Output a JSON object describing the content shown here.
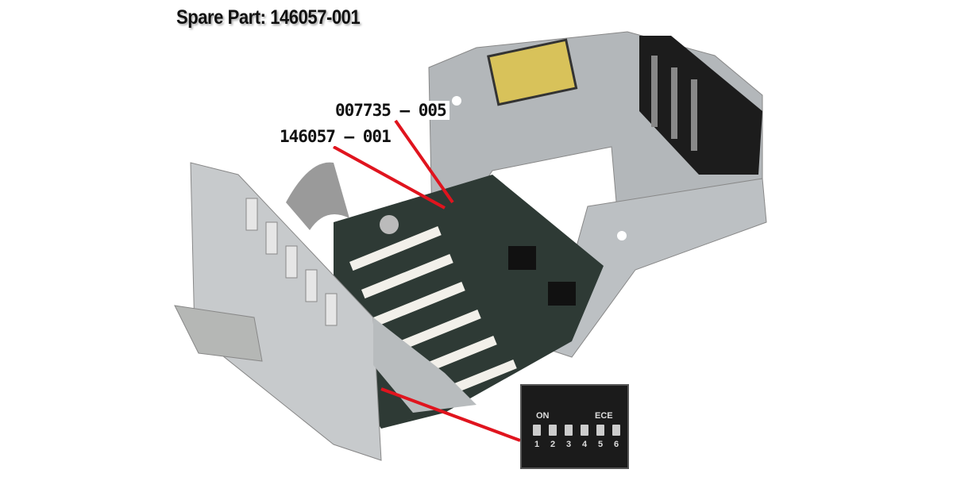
{
  "title": "Spare Part: 146057-001",
  "callouts": [
    {
      "label": "007735 – 005"
    },
    {
      "label": "146057 – 001"
    }
  ],
  "inset": {
    "on_label": "ON",
    "ece_label": "ECE",
    "switch_numbers": [
      "1",
      "2",
      "3",
      "4",
      "5",
      "6"
    ]
  },
  "colors": {
    "callout_line": "#e0141e",
    "board": "#2e3a35",
    "metal": "#a9adb0"
  }
}
